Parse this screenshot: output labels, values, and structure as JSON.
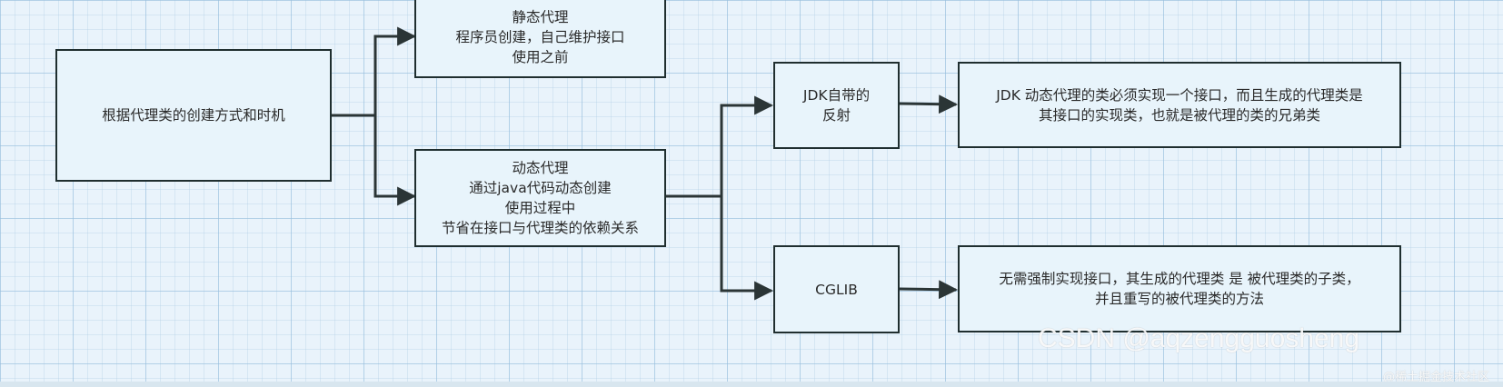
{
  "diagram": {
    "root": {
      "lines": [
        "根据代理类的创建方式和时机"
      ]
    },
    "static_proxy": {
      "lines": [
        "静态代理",
        "程序员创建，自己维护接口",
        "使用之前"
      ]
    },
    "dynamic_proxy": {
      "lines": [
        "动态代理",
        "通过java代码动态创建",
        "使用过程中",
        "节省在接口与代理类的依赖关系"
      ]
    },
    "jdk": {
      "lines": [
        "JDK自带的",
        "反射"
      ]
    },
    "jdk_desc": {
      "lines": [
        "JDK 动态代理的类必须实现一个接口，而且生成的代理类是",
        "其接口的实现类，也就是被代理的类的兄弟类"
      ]
    },
    "cglib": {
      "lines": [
        "CGLIB"
      ]
    },
    "cglib_desc": {
      "lines": [
        "无需强制实现接口，其生成的代理类 是 被代理类的子类，",
        "并且重写的被代理类的方法"
      ]
    }
  },
  "watermarks": {
    "csdn": "CSDN @aqzengguosheng",
    "juejin": "@稀土掘金技术社区"
  },
  "colors": {
    "grid_background": "#e9f3fb",
    "box_fill": "#e8f4fb",
    "box_stroke": "#1f2e2f",
    "connector": "#2b3536"
  }
}
